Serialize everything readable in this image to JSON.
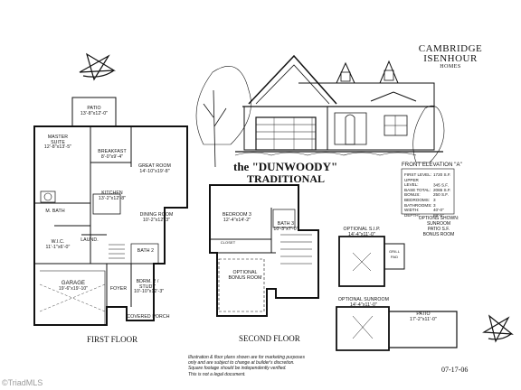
{
  "brand": {
    "line1": "CAMBRIDGE",
    "line2": "ISENHOUR",
    "line3": "HOMES"
  },
  "plan": {
    "name": "the \"DUNWOODY\"",
    "style": "TRADITIONAL",
    "elevation_label": "FRONT ELEVATION \"A\""
  },
  "stats": [
    {
      "label": "FIRST LEVEL:",
      "value": "1720 S.F."
    },
    {
      "label": "UPPER LEVEL:",
      "value": "345 S.F."
    },
    {
      "label": "BASE TOTAL:",
      "value": "2065 S.F."
    },
    {
      "label": "BONUS:",
      "value": "250 S.F."
    },
    {
      "label": "BEDROOMS:",
      "value": "3"
    },
    {
      "label": "BATHROOMS:",
      "value": "3"
    },
    {
      "label": "WIDTH:",
      "value": "40'-0\""
    },
    {
      "label": "DEPTH:",
      "value": "69'-5\""
    }
  ],
  "options_shown": {
    "title": "OPTIONS SHOWN:",
    "items": [
      "SUNROOM",
      "PATIO S.F.",
      "BONUS ROOM"
    ]
  },
  "first_floor": {
    "title": "FIRST FLOOR",
    "rooms": {
      "patio": {
        "name": "PATIO",
        "dim": "13'-8\"x12'-0\""
      },
      "master": {
        "name": "MASTER SUITE",
        "dim": "12'-8\"x13'-5\""
      },
      "breakfast": {
        "name": "BREAKFAST",
        "dim": "8'-0\"x9'-4\""
      },
      "great_room": {
        "name": "GREAT ROOM",
        "dim": "14'-10\"x19'-8\""
      },
      "kitchen": {
        "name": "KITCHEN",
        "dim": "13'-2\"x12'-8\""
      },
      "m_bath": {
        "name": "M. BATH"
      },
      "wic": {
        "name": "W.I.C.",
        "dim": "11'-1\"x6'-0\""
      },
      "dining": {
        "name": "DINING ROOM",
        "dim": "10'-2\"x12'-3\""
      },
      "laundry": {
        "name": "LAUND."
      },
      "bath2": {
        "name": "BATH 2"
      },
      "garage": {
        "name": "GARAGE",
        "dim": "19'-6\"x19'-10\""
      },
      "foyer": {
        "name": "FOYER"
      },
      "bdrm2": {
        "name": "BDRM. 2 / STUDY",
        "dim": "10'-10\"x12'-3\""
      },
      "covered_porch": {
        "name": "COVERED PORCH"
      }
    }
  },
  "second_floor": {
    "title": "SECOND FLOOR",
    "rooms": {
      "bedroom3": {
        "name": "BEDROOM 3",
        "dim": "12'-4\"x14'-2\""
      },
      "bath3": {
        "name": "BATH 3",
        "dim": "10'-3\"x7'-0\""
      },
      "bonus": {
        "name": "OPTIONAL BONUS ROOM"
      },
      "closet": {
        "name": "CLOSET"
      }
    }
  },
  "optional_sip": {
    "title": "OPTIONAL S.I.P.",
    "dim": "14'-4\"x11'-0\"",
    "grill_pad": "GRILL PAD"
  },
  "optional_sunroom": {
    "title": "OPTIONAL SUNROOM",
    "dim": "14'-4\"x11'-0\""
  },
  "patio_option": {
    "name": "PATIO",
    "dim": "17'-2\"x11'-0\""
  },
  "disclaimer": [
    "Illustration & floor plans shown are for marketing purposes",
    "only and are subject to change at builder's discretion.",
    "Square footage should be independently verified.",
    "This is not a legal document."
  ],
  "date": "07-17-06",
  "watermark": "©TriadMLS",
  "colors": {
    "ink": "#111111",
    "paper": "#ffffff",
    "watermark": "#9a9a9a"
  }
}
